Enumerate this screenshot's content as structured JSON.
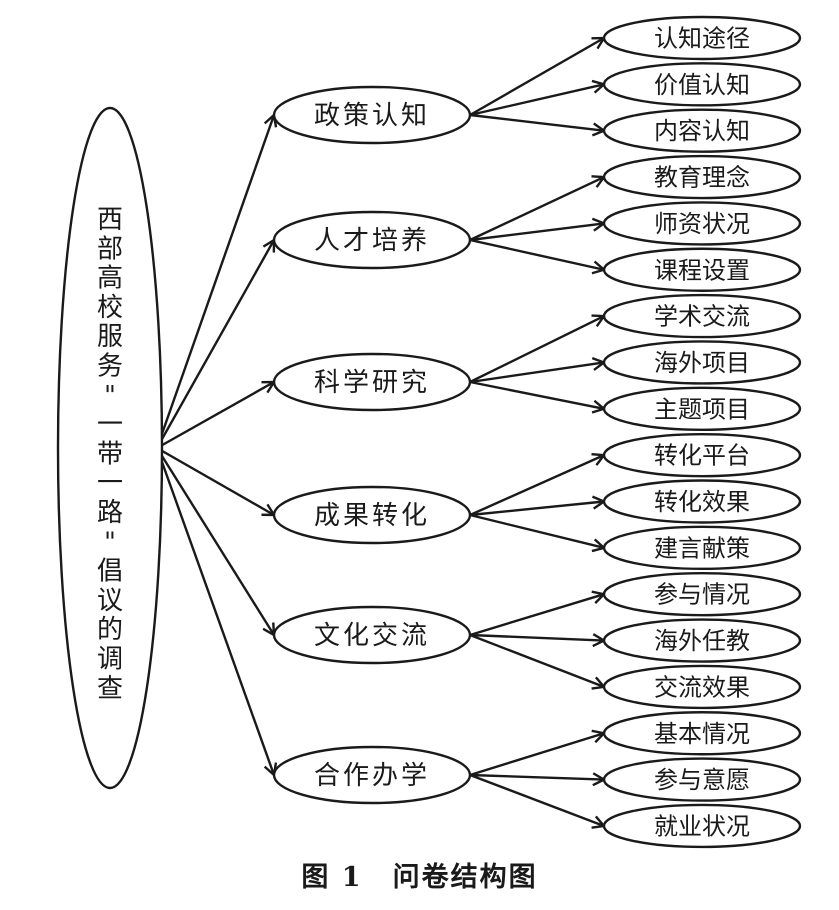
{
  "diagram": {
    "root": {
      "label_chars": [
        "西",
        "部",
        "高",
        "校",
        "服",
        "务",
        "\"",
        "一",
        "带",
        "一",
        "路",
        "\"",
        "倡",
        "议",
        "的",
        "调",
        "查"
      ]
    },
    "categories": [
      {
        "label": "政策认知",
        "items": [
          "认知途径",
          "价值认知",
          "内容认知"
        ]
      },
      {
        "label": "人才培养",
        "items": [
          "教育理念",
          "师资状况",
          "课程设置"
        ]
      },
      {
        "label": "科学研究",
        "items": [
          "学术交流",
          "海外项目",
          "主题项目"
        ]
      },
      {
        "label": "成果转化",
        "items": [
          "转化平台",
          "转化效果",
          "建言献策"
        ]
      },
      {
        "label": "文化交流",
        "items": [
          "参与情况",
          "海外任教",
          "交流效果"
        ]
      },
      {
        "label": "合作办学",
        "items": [
          "基本情况",
          "参与意愿",
          "就业状况"
        ]
      }
    ]
  },
  "caption": {
    "figure_number": "图 1",
    "title": "问卷结构图"
  }
}
